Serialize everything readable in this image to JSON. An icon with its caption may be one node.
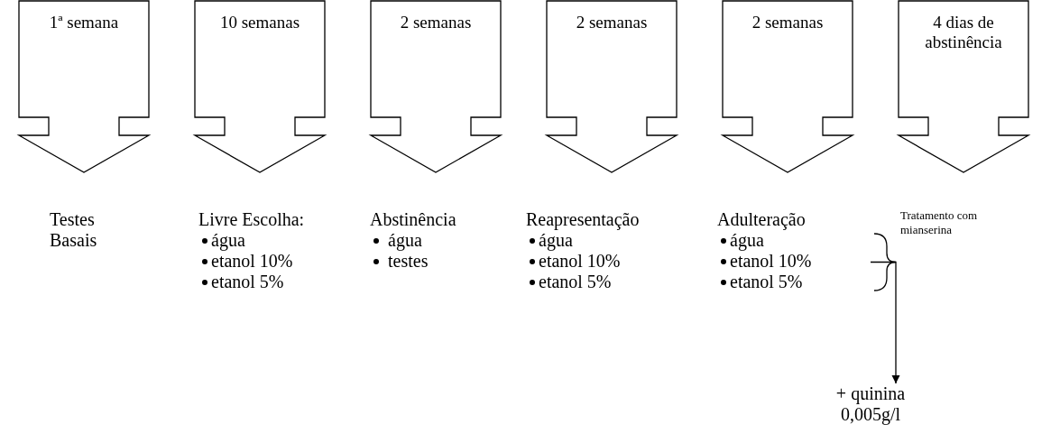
{
  "diagram": {
    "nodes": [
      {
        "text": [
          "1ª semana"
        ]
      },
      {
        "text": [
          "10 semanas"
        ]
      },
      {
        "text": [
          "2 semanas"
        ]
      },
      {
        "text": [
          "2 semanas"
        ]
      },
      {
        "text": [
          "2 semanas"
        ]
      },
      {
        "text": [
          "4 dias de abstinência"
        ]
      },
      {
        "text": [
          "Testes Basais"
        ]
      },
      {
        "text": [
          "Livre Escolha:",
          "água",
          "etanol 10%",
          "etanol 5%"
        ]
      },
      {
        "text": [
          "Abstinência",
          "água",
          "testes"
        ]
      },
      {
        "text": [
          "Reapresentação",
          "água",
          "etanol 10%",
          "etanol 5%"
        ]
      },
      {
        "text": [
          "Adulteração",
          "água",
          "etanol 10%",
          "etanol 5%"
        ]
      },
      {
        "text": [
          "Tratamento com mianserina"
        ]
      },
      {
        "text": [
          "+ quinina 0,005g/l"
        ]
      }
    ],
    "edges": [
      {
        "from": 10,
        "to": 12,
        "arrow": "to"
      }
    ]
  }
}
